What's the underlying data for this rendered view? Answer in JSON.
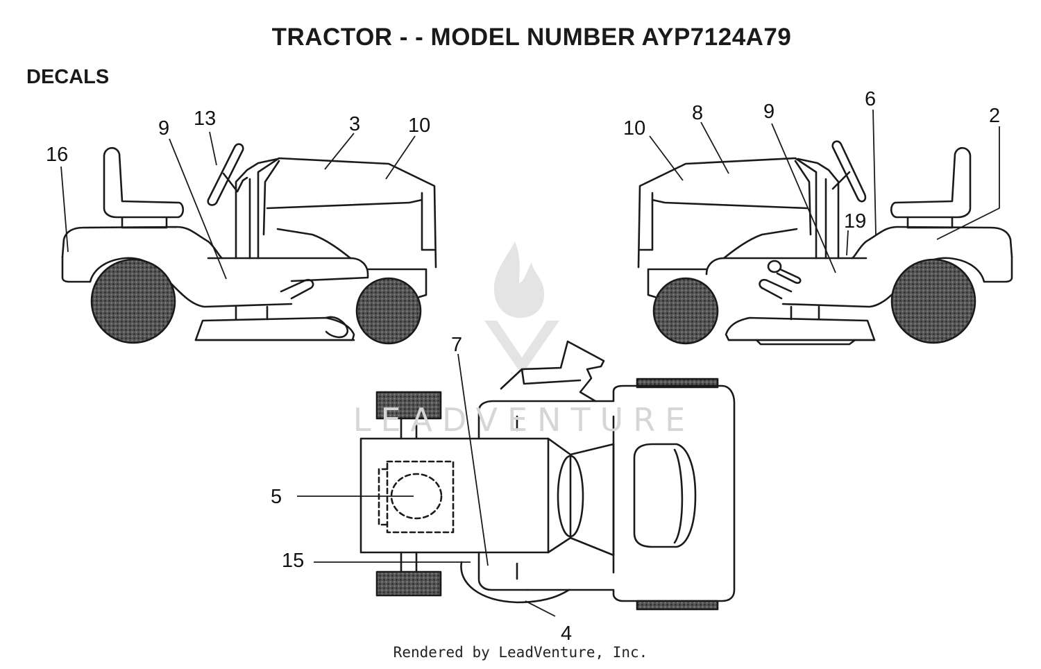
{
  "header": {
    "title": "TRACTOR - - MODEL NUMBER AYP7124A79",
    "section": "DECALS"
  },
  "watermark": {
    "text": "LEADVENTURE"
  },
  "footer": {
    "text": "Rendered by LeadVenture, Inc."
  },
  "callouts": {
    "left_view": [
      "16",
      "9",
      "13",
      "3",
      "10"
    ],
    "right_view": [
      "10",
      "8",
      "9",
      "6",
      "2",
      "19"
    ],
    "top_view": [
      "7",
      "5",
      "15",
      "4"
    ]
  },
  "colors": {
    "line": "#1a1a1a",
    "tire_fill": "#444444",
    "watermark": "#d6d6d6"
  }
}
